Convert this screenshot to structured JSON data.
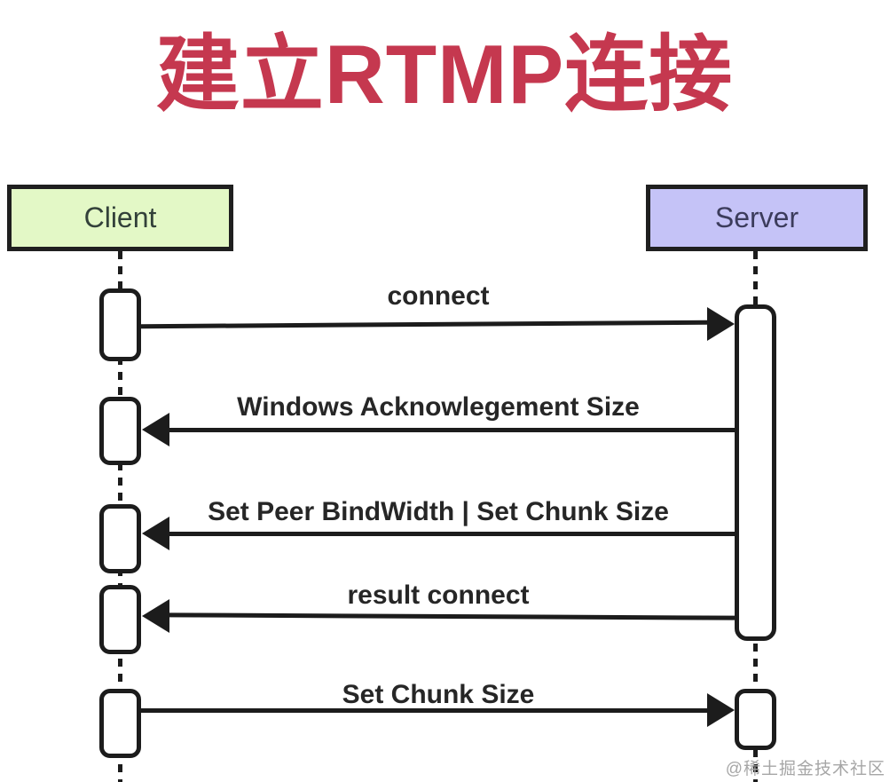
{
  "title": "建立RTMP连接",
  "watermark": "@稀土掘金技术社区",
  "colors": {
    "title_red": "#c5384f",
    "client_fill": "#e3f8c6",
    "server_fill": "#c5c3f7",
    "line_black": "#1c1c1c",
    "watermark_gray": "#a6a6a6"
  },
  "actors": {
    "client": {
      "label": "Client"
    },
    "server": {
      "label": "Server"
    }
  },
  "messages": [
    {
      "label": "connect",
      "from": "client",
      "to": "server",
      "direction": "right"
    },
    {
      "label": "Windows Acknowlegement Size",
      "from": "server",
      "to": "client",
      "direction": "left"
    },
    {
      "label": "Set Peer BindWidth | Set Chunk Size",
      "from": "server",
      "to": "client",
      "direction": "left"
    },
    {
      "label": "result connect",
      "from": "server",
      "to": "client",
      "direction": "left"
    },
    {
      "label": "Set Chunk Size",
      "from": "client",
      "to": "server",
      "direction": "right"
    }
  ]
}
